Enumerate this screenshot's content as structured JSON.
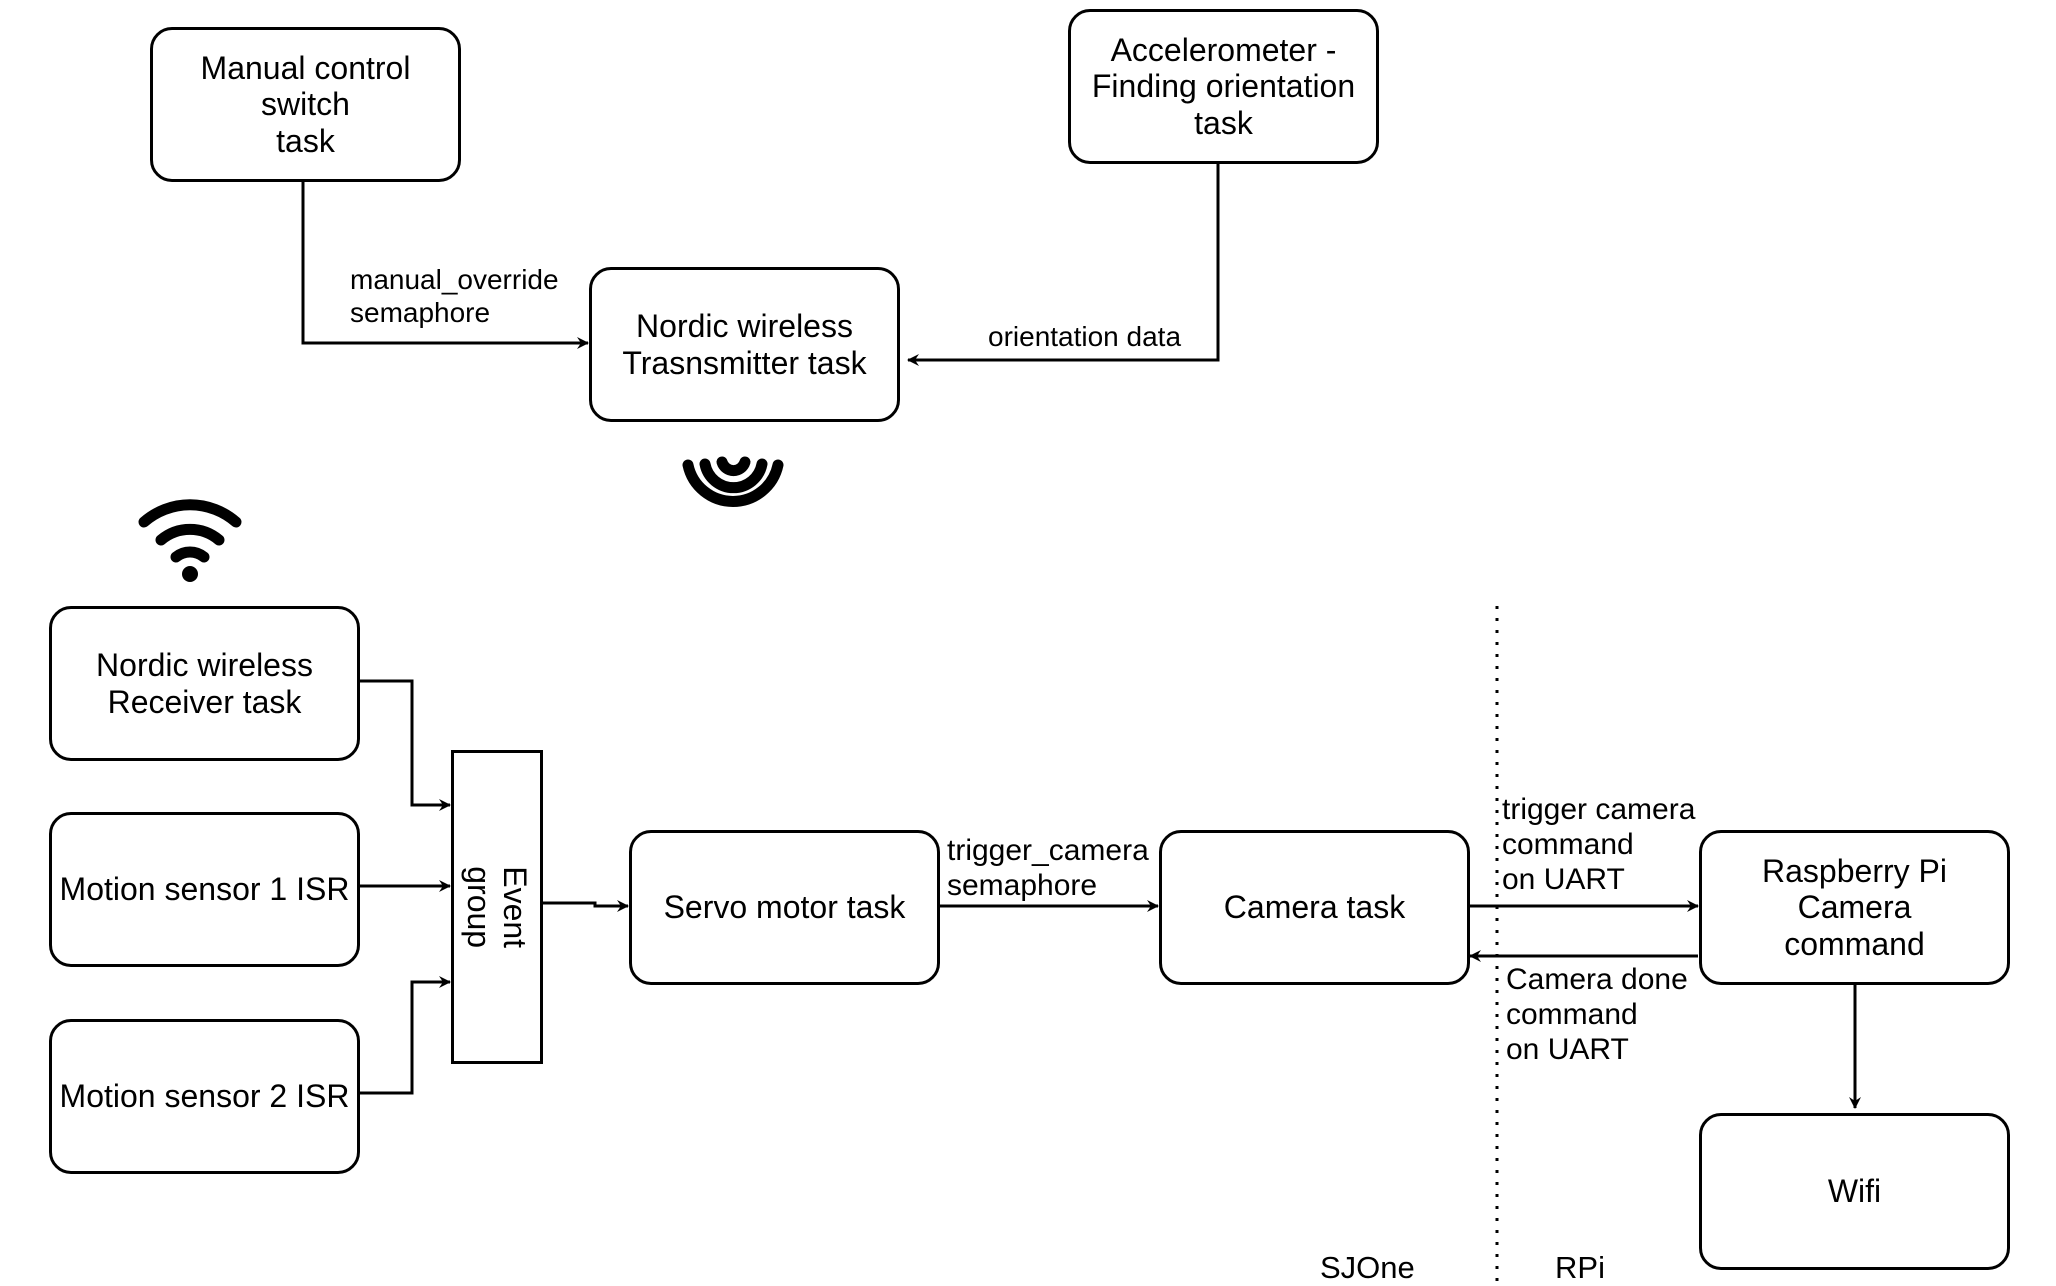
{
  "boxes": {
    "manual_switch": "Manual control switch\ntask",
    "accelerometer": "Accelerometer -\nFinding orientation\ntask",
    "nordic_tx": "Nordic wireless\nTrasnsmitter task",
    "nordic_rx": "Nordic wireless\nReceiver task",
    "motion1": "Motion sensor 1 ISR",
    "motion2": "Motion sensor 2 ISR",
    "event_group": "Event\ngroup",
    "servo": "Servo motor task",
    "camera": "Camera task",
    "rpi_camera": "Raspberry Pi Camera\ncommand",
    "wifi": "Wifi"
  },
  "edge_labels": {
    "manual_override": "manual_override\nsemaphore",
    "orientation": "orientation data",
    "trigger_camera_sem": "trigger_camera\nsemaphore",
    "trigger_uart": "trigger camera\ncommand\non UART",
    "camera_done": "Camera done\ncommand\non UART"
  },
  "zones": {
    "left": "SJOne",
    "right": "RPi"
  },
  "icons": {
    "tx_signal": "wireless-transmit-icon",
    "rx_signal": "wifi-icon"
  },
  "colors": {
    "stroke": "#000000",
    "background": "#ffffff"
  }
}
